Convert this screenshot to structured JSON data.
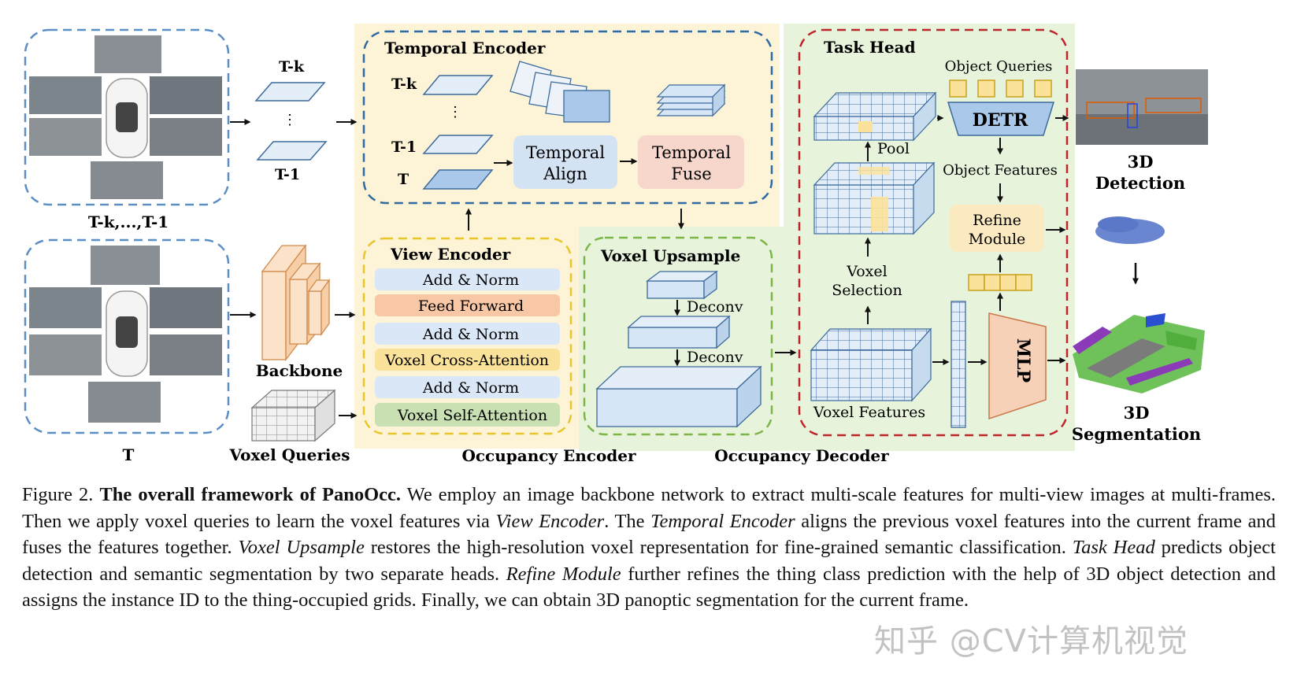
{
  "figure": {
    "inputs": {
      "past_frames_label": "T-k,...,T-1",
      "current_frame_label": "T",
      "frame_stack_top": "T-k",
      "frame_stack_dots": "⋮",
      "frame_stack_bottom": "T-1"
    },
    "backbone_label": "Backbone",
    "voxel_queries_label": "Voxel Queries",
    "temporal_encoder": {
      "title": "Temporal Encoder",
      "frame_top": "T-k",
      "frame_dots": "⋮",
      "frame_mid": "T-1",
      "frame_bottom": "T",
      "align_line1": "Temporal",
      "align_line2": "Align",
      "fuse_line1": "Temporal",
      "fuse_line2": "Fuse"
    },
    "view_encoder": {
      "title": "View Encoder",
      "layers": [
        "Add & Norm",
        "Feed Forward",
        "Add & Norm",
        "Voxel Cross-Attention",
        "Add & Norm",
        "Voxel Self-Attention"
      ]
    },
    "occupancy_encoder_label": "Occupancy Encoder",
    "voxel_upsample": {
      "title": "Voxel Upsample",
      "deconv1": "Deconv",
      "deconv2": "Deconv"
    },
    "task_head": {
      "title": "Task Head",
      "object_queries": "Object Queries",
      "detr": "DETR",
      "pool": "Pool",
      "object_features": "Object Features",
      "refine_line1": "Refine",
      "refine_line2": "Module",
      "voxel_selection_line1": "Voxel",
      "voxel_selection_line2": "Selection",
      "voxel_features": "Voxel Features",
      "mlp": "MLP"
    },
    "occupancy_decoder_label": "Occupancy Decoder",
    "outputs": {
      "detection_line1": "3D",
      "detection_line2": "Detection",
      "segmentation_line1": "3D",
      "segmentation_line2": "Segmentation"
    },
    "colors": {
      "temporal_bg": "#fdf3d6",
      "decoder_bg": "#e8f3dc",
      "blue_dash": "#3a78b0",
      "yellow_dash": "#e9c52c",
      "green_dash": "#7db548",
      "red_dash": "#c0242a",
      "layer_blue": "#dae7f6",
      "layer_orange": "#f8c7a6",
      "layer_yellow": "#fbe29a",
      "layer_green": "#c8e0b2",
      "align_blue": "#d4e3f4",
      "fuse_pink": "#f7d6cb",
      "voxel_blue": "#d7e6f6",
      "backbone_orange": "#fbe2c8",
      "mlp_orange": "#f7d0b8"
    }
  },
  "caption": {
    "prefix": "Figure 2. ",
    "bold_title": "The overall framework of PanoOcc.",
    "p1": " We employ an image backbone network to extract multi-scale features for multi-view images at multi-frames. Then we apply voxel queries to learn the voxel features via ",
    "i1": "View Encoder",
    "p2": ". The ",
    "i2": "Temporal Encoder",
    "p3": " aligns the previous voxel features into the current frame and fuses the features together. ",
    "i3": "Voxel Upsample",
    "p4": " restores the high-resolution voxel representation for fine-grained semantic classification. ",
    "i4": "Task Head",
    "p5": " predicts object detection and semantic segmentation by two separate heads. ",
    "i5": "Refine Module",
    "p6": " further refines the thing class prediction with the help of 3D object detection and assigns the instance ID to the thing-occupied grids. Finally, we can obtain 3D panoptic segmentation for the current frame."
  },
  "watermark": "知乎 @CV计算机视觉"
}
